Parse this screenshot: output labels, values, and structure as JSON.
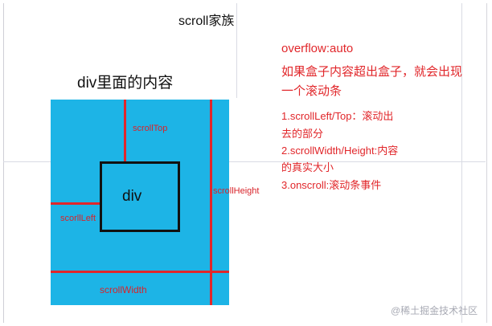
{
  "title": "scroll家族",
  "heading": "div里面的内容",
  "diagram": {
    "inner_label": "div",
    "scroll_top_label": "scrollTop",
    "scroll_left_label": "scorllLeft",
    "scroll_height_label": "scrollHeight",
    "scroll_width_label": "scrollWidth"
  },
  "notes": [
    "overflow:auto",
    "如果盒子内容超出盒子，就会出现",
    "一个滚动条",
    "1.scrollLeft/Top：滚动出",
    "去的部分",
    "2.scrollWidth/Height:内容",
    "的真实大小",
    "3.onscroll:滚动条事件"
  ],
  "watermark": "@稀土掘金技术社区",
  "colors": {
    "content_fill": "#1db4e6",
    "measure_line": "#e1262a",
    "note_text": "#e1262a"
  }
}
